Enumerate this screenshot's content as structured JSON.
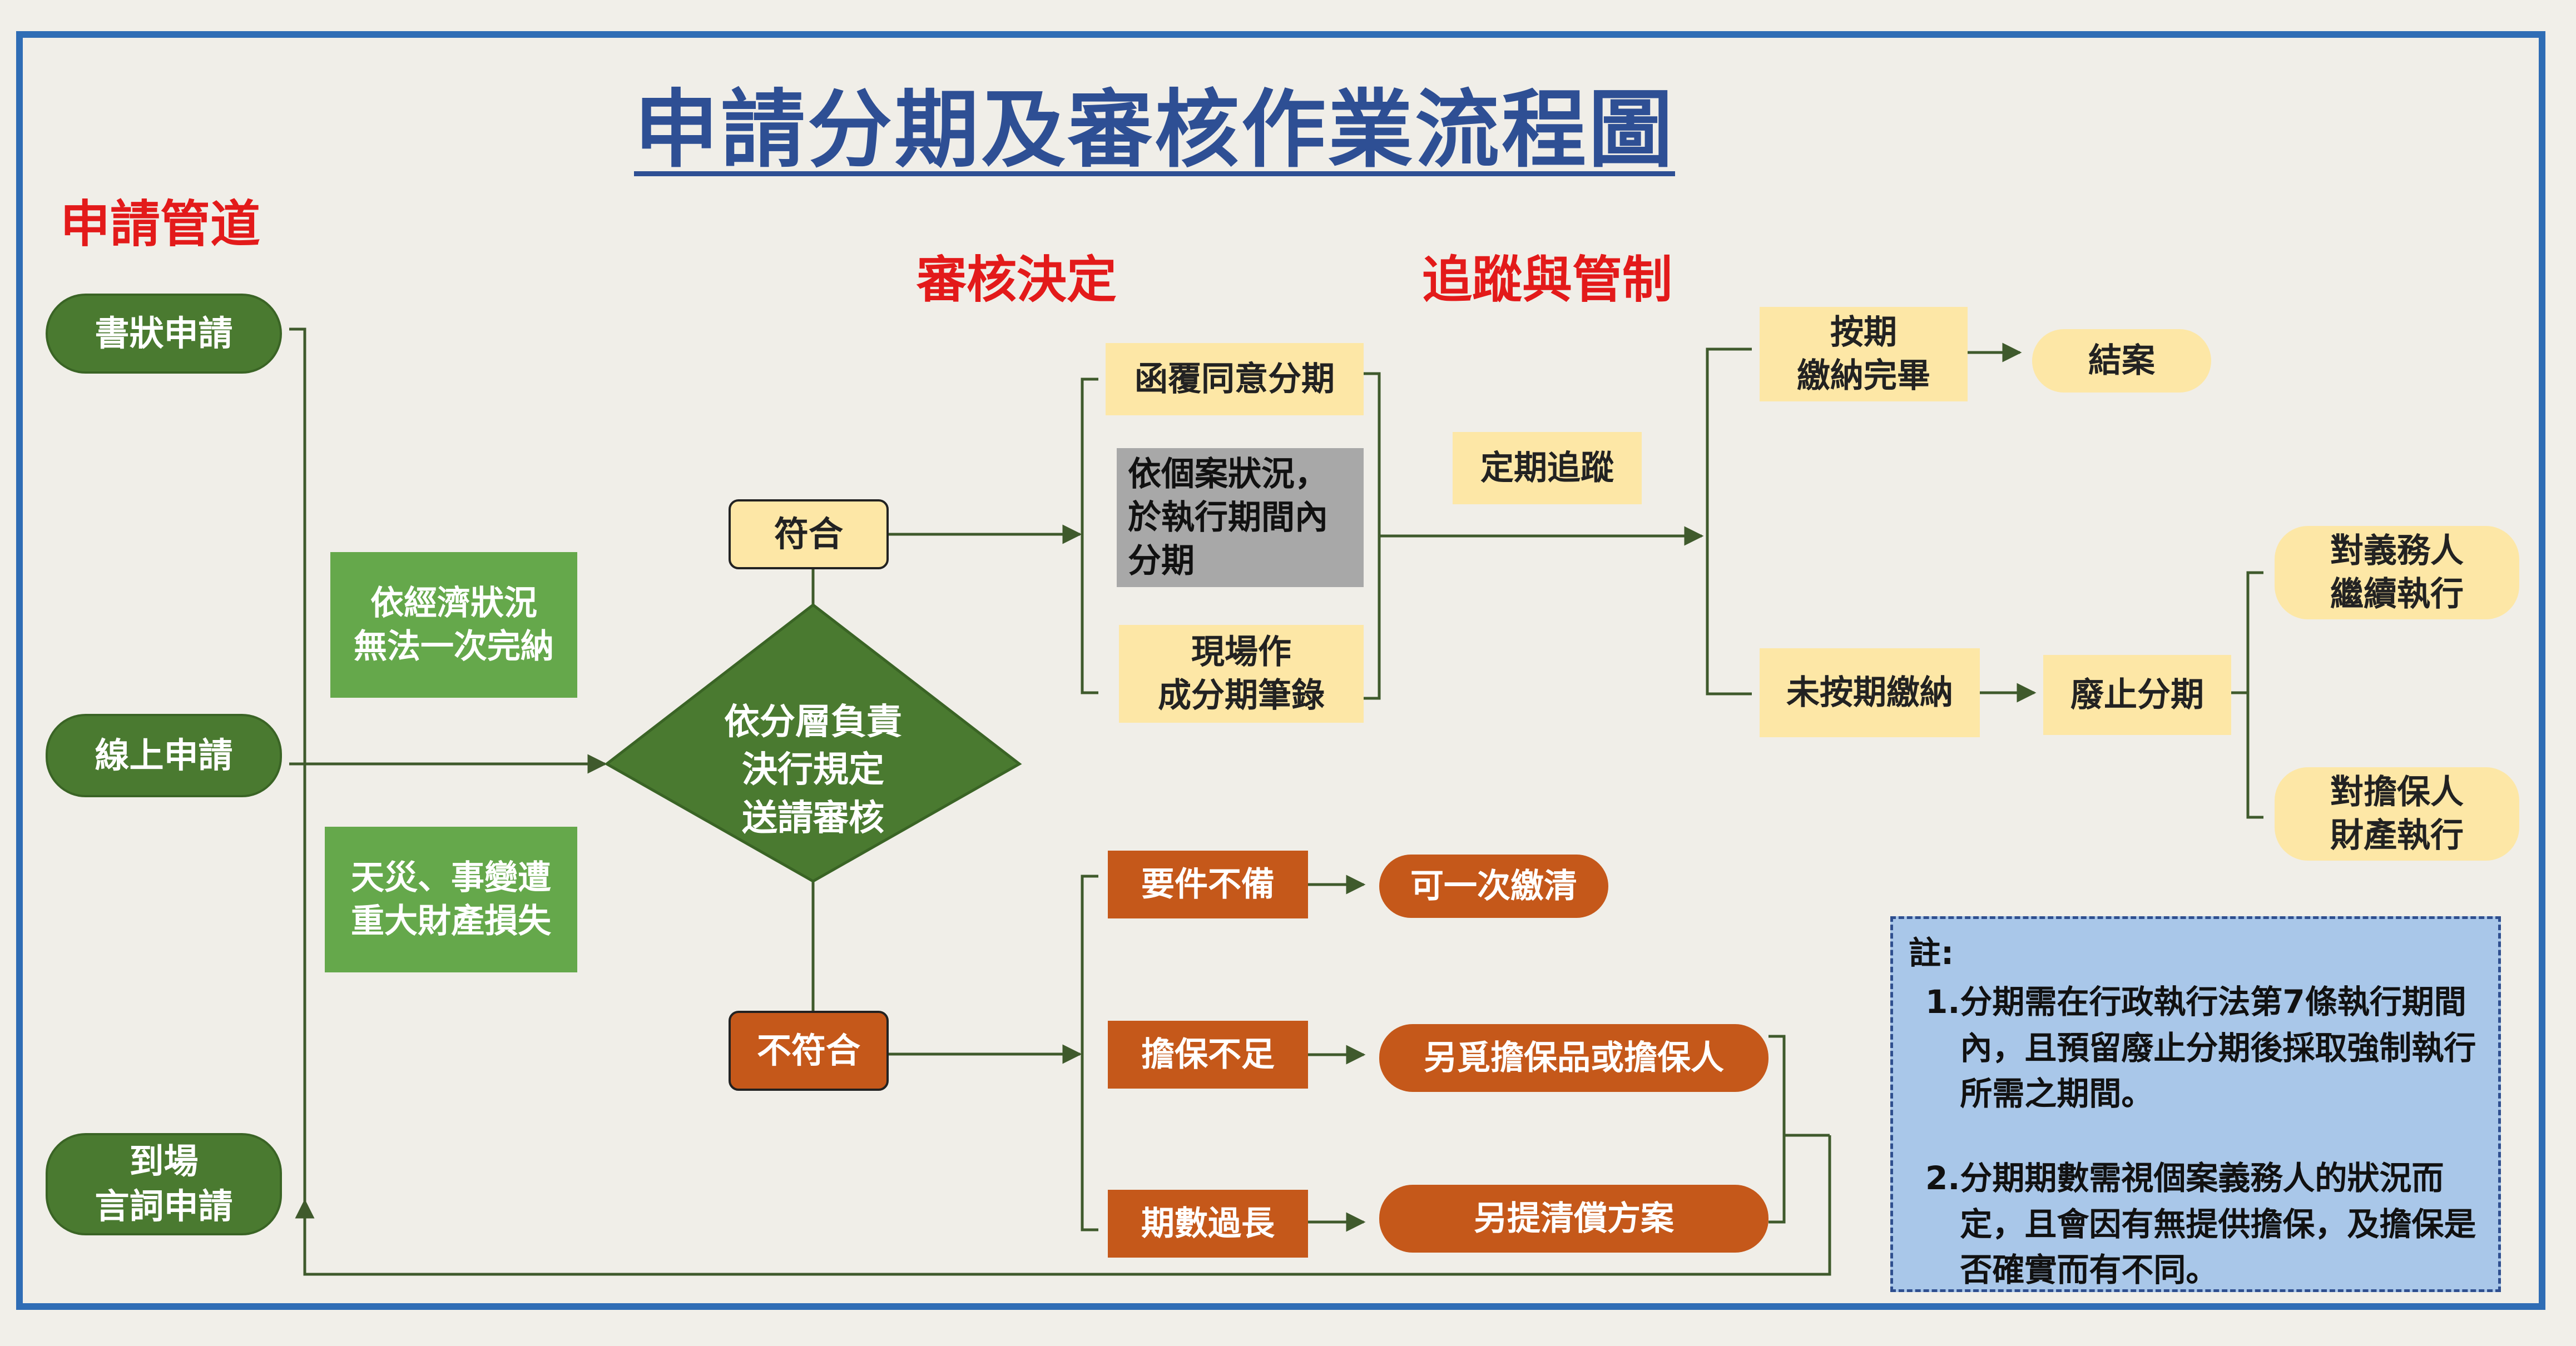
{
  "title": "申請分期及審核作業流程圖",
  "sections": {
    "channels": "申請管道",
    "review": "審核決定",
    "tracking": "追蹤與管制"
  },
  "channels": {
    "written": "書狀申請",
    "online": "線上申請",
    "onsite_line1": "到場",
    "onsite_line2": "言詞申請"
  },
  "reasons": {
    "economic_line1": "依經濟狀況",
    "economic_line2": "無法一次完納",
    "disaster_line1": "天災、事變遭",
    "disaster_line2": "重大財產損失"
  },
  "decision": {
    "line1": "依分層負責",
    "line2": "決行規定",
    "line3": "送請審核"
  },
  "results": {
    "pass": "符合",
    "fail": "不符合"
  },
  "approve": {
    "letter": "函覆同意分期",
    "case_line1": "依個案狀況，",
    "case_line2": "於執行期間內",
    "case_line3": "分期",
    "record_line1": "現場作",
    "record_line2": "成分期筆錄"
  },
  "tracking": {
    "periodic": "定期追蹤",
    "paid_line1": "按期",
    "paid_line2": "繳納完畢",
    "closed": "結案",
    "unpaid": "未按期繳納",
    "revoke": "廢止分期",
    "debtor_line1": "對義務人",
    "debtor_line2": "繼續執行",
    "guarantor_line1": "對擔保人",
    "guarantor_line2": "財產執行"
  },
  "reject": {
    "missing_docs": "要件不備",
    "pay_once": "可一次繳清",
    "insufficient_guarantee": "擔保不足",
    "find_guarantee": "另覓擔保品或擔保人",
    "too_long": "期數過長",
    "repayment_plan": "另提清償方案"
  },
  "note": {
    "head": "註:",
    "item1_num": "1.",
    "item1": "分期需在行政執行法第7條執行期間內，且預留廢止分期後採取強制執行所需之期間。",
    "item2_num": "2.",
    "item2": "分期期數需視個案義務人的狀況而定，且會因有無提供擔保，及擔保是否確實而有不同。"
  },
  "colors": {
    "frame": "#2f6db5",
    "title": "#2e4f94",
    "section": "#e31a1a",
    "green_dark": "#4a7a30",
    "green_light": "#65a84b",
    "yellow": "#fde7a6",
    "orange": "#c5581a",
    "gray": "#a8a8a8",
    "note_bg": "#a9c7e9",
    "line": "#3f5a2c"
  }
}
